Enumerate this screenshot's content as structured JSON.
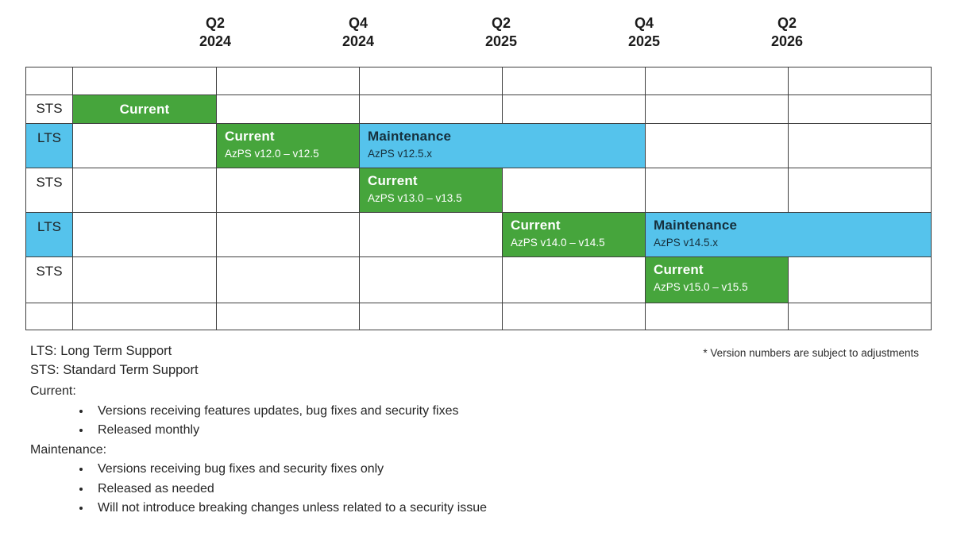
{
  "header": {
    "quarters": [
      {
        "q": "Q2",
        "year": "2024"
      },
      {
        "q": "Q4",
        "year": "2024"
      },
      {
        "q": "Q2",
        "year": "2025"
      },
      {
        "q": "Q4",
        "year": "2025"
      },
      {
        "q": "Q2",
        "year": "2026"
      }
    ]
  },
  "table": {
    "row_labels": [
      {
        "label": "STS"
      },
      {
        "label": "LTS"
      },
      {
        "label": "STS"
      },
      {
        "label": "LTS"
      },
      {
        "label": "STS"
      }
    ]
  },
  "bars": [
    {
      "phase": "Current",
      "versions": ""
    },
    {
      "phase": "Current",
      "versions": "AzPS v12.0 – v12.5"
    },
    {
      "phase": "Maintenance",
      "versions": "AzPS v12.5.x"
    },
    {
      "phase": "Current",
      "versions": "AzPS v13.0 – v13.5"
    },
    {
      "phase": "Current",
      "versions": "AzPS v14.0 – v14.5"
    },
    {
      "phase": "Maintenance",
      "versions": "AzPS v14.5.x"
    },
    {
      "phase": "Current",
      "versions": "AzPS v15.0 – v15.5"
    }
  ],
  "footnote": "* Version numbers are subject to adjustments",
  "legend": {
    "lts": "LTS: Long Term Support",
    "sts": "STS: Standard Term Support"
  },
  "definitions": {
    "current": {
      "term": "Current:",
      "bullets": [
        "Versions receiving features updates, bug fixes and security fixes",
        "Released monthly"
      ]
    },
    "maintenance": {
      "term": "Maintenance:",
      "bullets": [
        "Versions receiving bug fixes and security fixes only",
        "Released as needed",
        "Will not introduce breaking changes unless related to a security issue"
      ]
    }
  },
  "colors": {
    "current_green": "#46A53C",
    "maintenance_blue": "#55C3EC",
    "grid_border": "#3F3F3F"
  },
  "chart_data": {
    "type": "bar",
    "subtype": "gantt-support-roadmap",
    "x_ticks": [
      "Q2 2024",
      "Q4 2024",
      "Q2 2025",
      "Q4 2025",
      "Q2 2026"
    ],
    "legend_position": "below-left",
    "grid": true,
    "tracks": [
      {
        "row": "STS",
        "bars": [
          {
            "label": "Current",
            "detail": "",
            "start": "timeline-start",
            "end": "Q2 2024",
            "color": "#46A53C"
          }
        ]
      },
      {
        "row": "LTS",
        "bars": [
          {
            "label": "Current",
            "detail": "AzPS v12.0 – v12.5",
            "start": "Q2 2024",
            "end": "Q4 2024",
            "color": "#46A53C"
          },
          {
            "label": "Maintenance",
            "detail": "AzPS v12.5.x",
            "start": "Q4 2024",
            "end": "Q4 2025",
            "color": "#55C3EC"
          }
        ]
      },
      {
        "row": "STS",
        "bars": [
          {
            "label": "Current",
            "detail": "AzPS v13.0 – v13.5",
            "start": "Q4 2024",
            "end": "Q2 2025",
            "color": "#46A53C"
          }
        ]
      },
      {
        "row": "LTS",
        "bars": [
          {
            "label": "Current",
            "detail": "AzPS v14.0 – v14.5",
            "start": "Q2 2025",
            "end": "Q4 2025",
            "color": "#46A53C"
          },
          {
            "label": "Maintenance",
            "detail": "AzPS v14.5.x",
            "start": "Q4 2025",
            "end": "timeline-end",
            "color": "#55C3EC"
          }
        ]
      },
      {
        "row": "STS",
        "bars": [
          {
            "label": "Current",
            "detail": "AzPS v15.0 – v15.5",
            "start": "Q4 2025",
            "end": "Q2 2026",
            "color": "#46A53C"
          }
        ]
      }
    ]
  }
}
